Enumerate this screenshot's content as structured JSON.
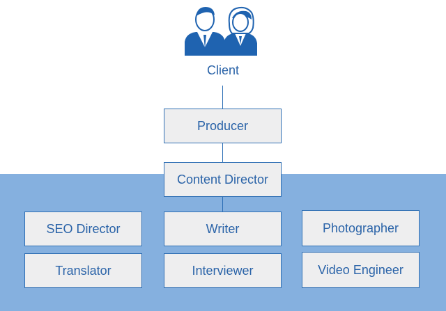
{
  "client": {
    "label": "Client",
    "icon": "people-icon"
  },
  "producer": {
    "label": "Producer"
  },
  "content_director": {
    "label": "Content Director"
  },
  "team": [
    {
      "label": "SEO Director"
    },
    {
      "label": "Writer"
    },
    {
      "label": "Photographer"
    },
    {
      "label": "Translator"
    },
    {
      "label": "Interviewer"
    },
    {
      "label": "Video Engineer"
    }
  ],
  "colors": {
    "accent": "#1f63b0",
    "band": "#85b0df",
    "box_fill": "#eeeeef",
    "text": "#2a63a8"
  }
}
